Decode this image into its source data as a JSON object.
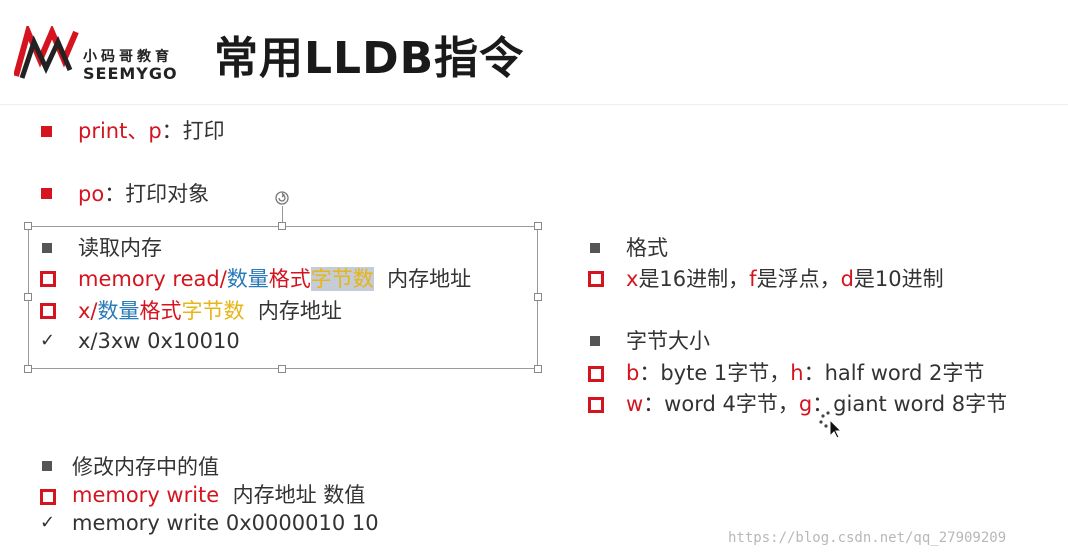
{
  "logo": {
    "cn": "小码哥教育",
    "en": "SEEMYGO"
  },
  "title": "常用LLDB指令",
  "left": {
    "print": {
      "cmd": "print、p",
      "sep": "：",
      "desc": "打印"
    },
    "po": {
      "cmd": "po",
      "sep": "：",
      "desc": "打印对象"
    },
    "read": {
      "heading": "读取内存",
      "line1": {
        "a": "memory read/",
        "b": "数量",
        "c": "格式",
        "d": "字节数",
        "e": "内存地址"
      },
      "line2": {
        "a": "x/",
        "b": "数量",
        "c": "格式",
        "d": "字节数",
        "e": "内存地址"
      },
      "example": "x/3xw  0x10010"
    },
    "write": {
      "heading": "修改内存中的值",
      "line1": {
        "a": "memory  write",
        "b": "内存地址  数值"
      },
      "example": "memory  write  0x0000010  10"
    }
  },
  "right": {
    "format": {
      "heading": "格式",
      "x": "x",
      "x_desc": "是16进制，",
      "f": "f",
      "f_desc": "是浮点，",
      "d": "d",
      "d_desc": "是10进制"
    },
    "size": {
      "heading": "字节大小",
      "b": "b",
      "b_desc": "：byte 1字节，",
      "h": "h",
      "h_desc": "：half word 2字节",
      "w": "w",
      "w_desc": "：word 4字节，",
      "g": "g",
      "g_desc": "：giant word 8字节"
    }
  },
  "watermark": "https://blog.csdn.net/qq_27909209",
  "colors": {
    "accent_red": "#d4141f",
    "blue": "#2a7ab8",
    "yellow": "#e6b517"
  }
}
